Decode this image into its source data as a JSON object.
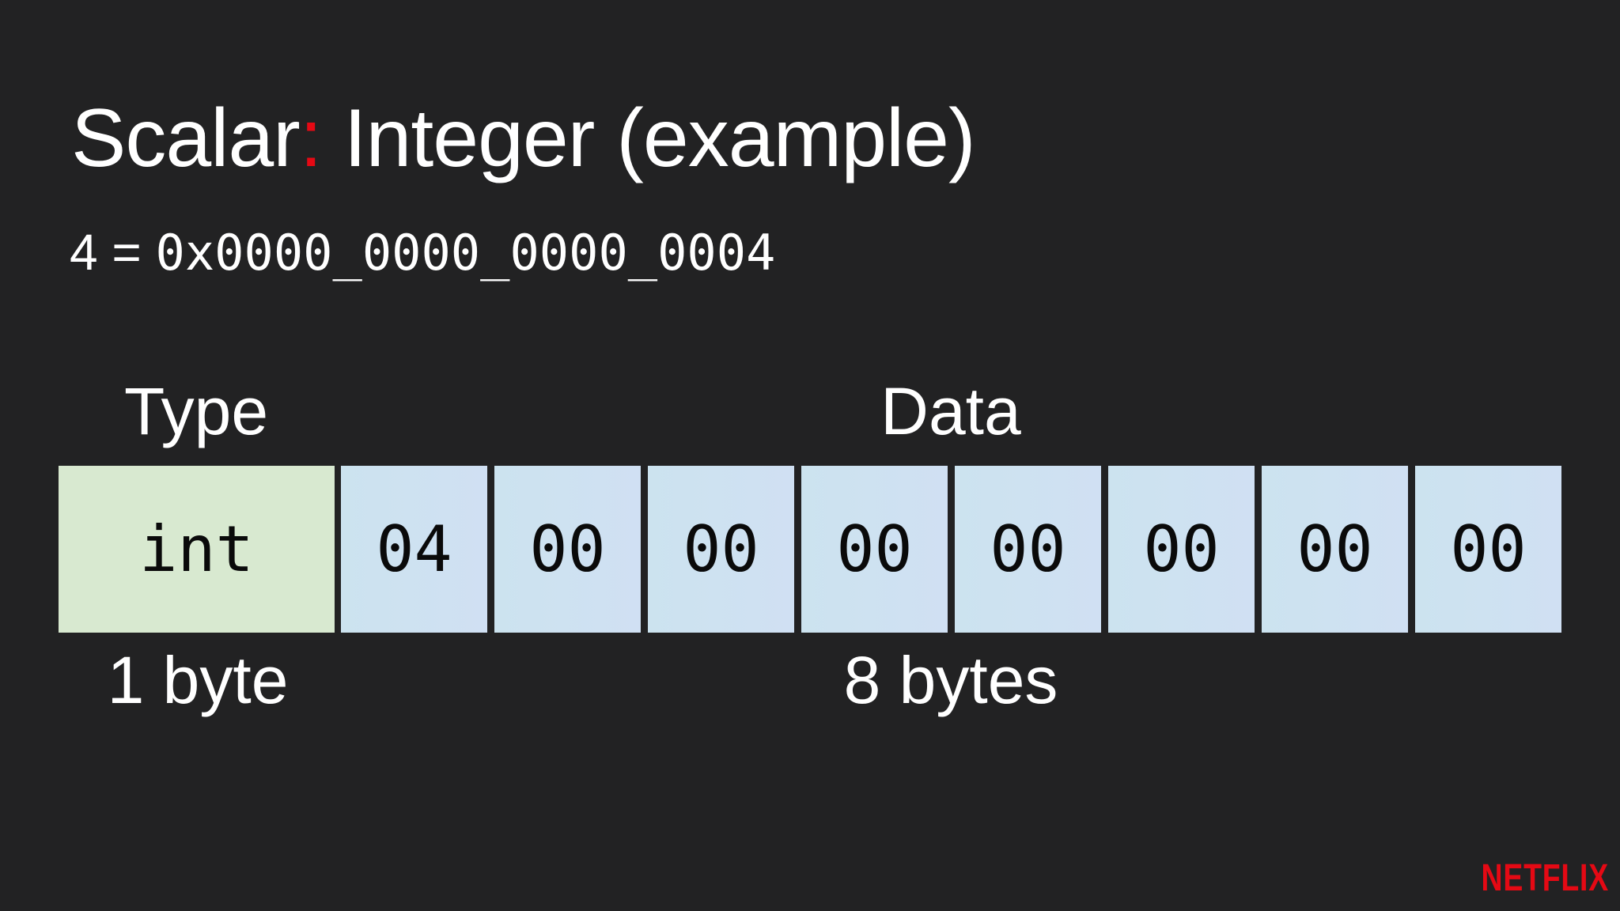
{
  "slide": {
    "title_main": "Scalar",
    "title_colon": ":",
    "title_rest": " Integer (example)",
    "equation_lhs": "4 = ",
    "equation_hex": "0x0000_0000_0000_0004"
  },
  "labels": {
    "type_header": "Type",
    "data_header": "Data",
    "type_size": "1 byte",
    "data_size": "8 bytes"
  },
  "cells": {
    "type_value": "int",
    "data_bytes": [
      "04",
      "00",
      "00",
      "00",
      "00",
      "00",
      "00",
      "00"
    ]
  },
  "logo": "NETFLIX",
  "colors": {
    "accent": "#e50914",
    "background": "#222223",
    "type_cell": "#d8e9d0",
    "data_cell": "#cce3ef"
  }
}
